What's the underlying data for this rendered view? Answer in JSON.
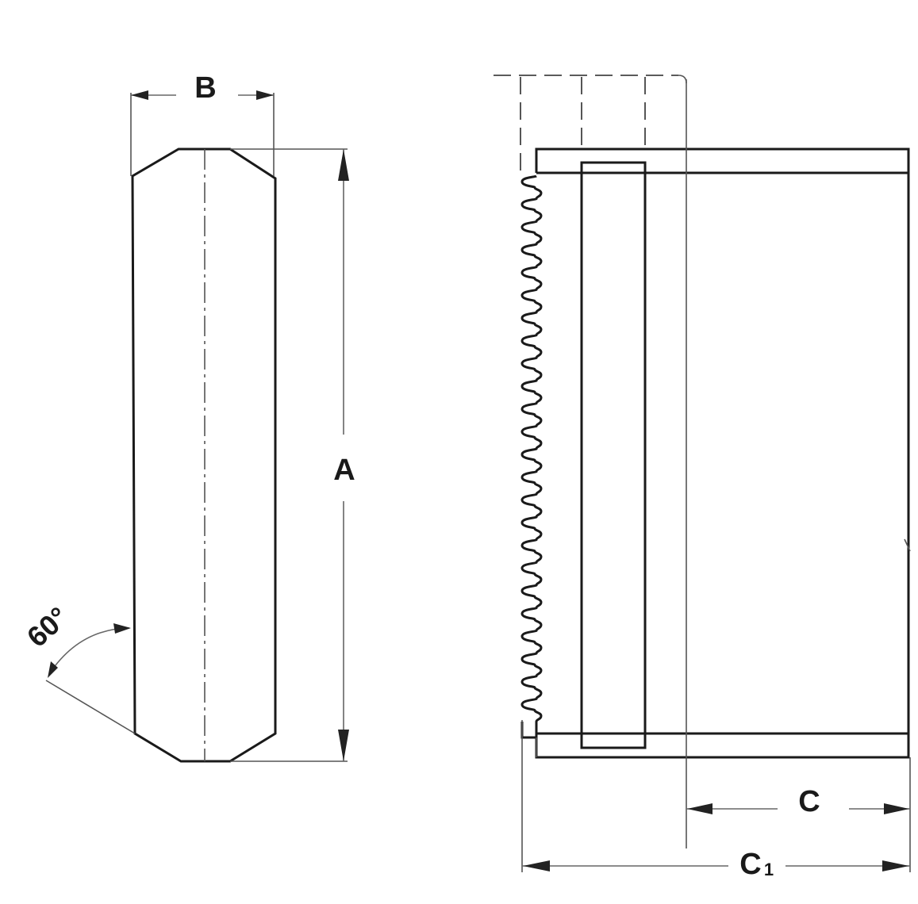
{
  "labels": {
    "dim_a": "A",
    "dim_b": "B",
    "dim_c": "C",
    "dim_c1": "C",
    "dim_c1_sub": "1",
    "angle": "60°"
  },
  "colors": {
    "line": "#1a1a1a",
    "dimension": "#666666",
    "background": "#ffffff"
  }
}
